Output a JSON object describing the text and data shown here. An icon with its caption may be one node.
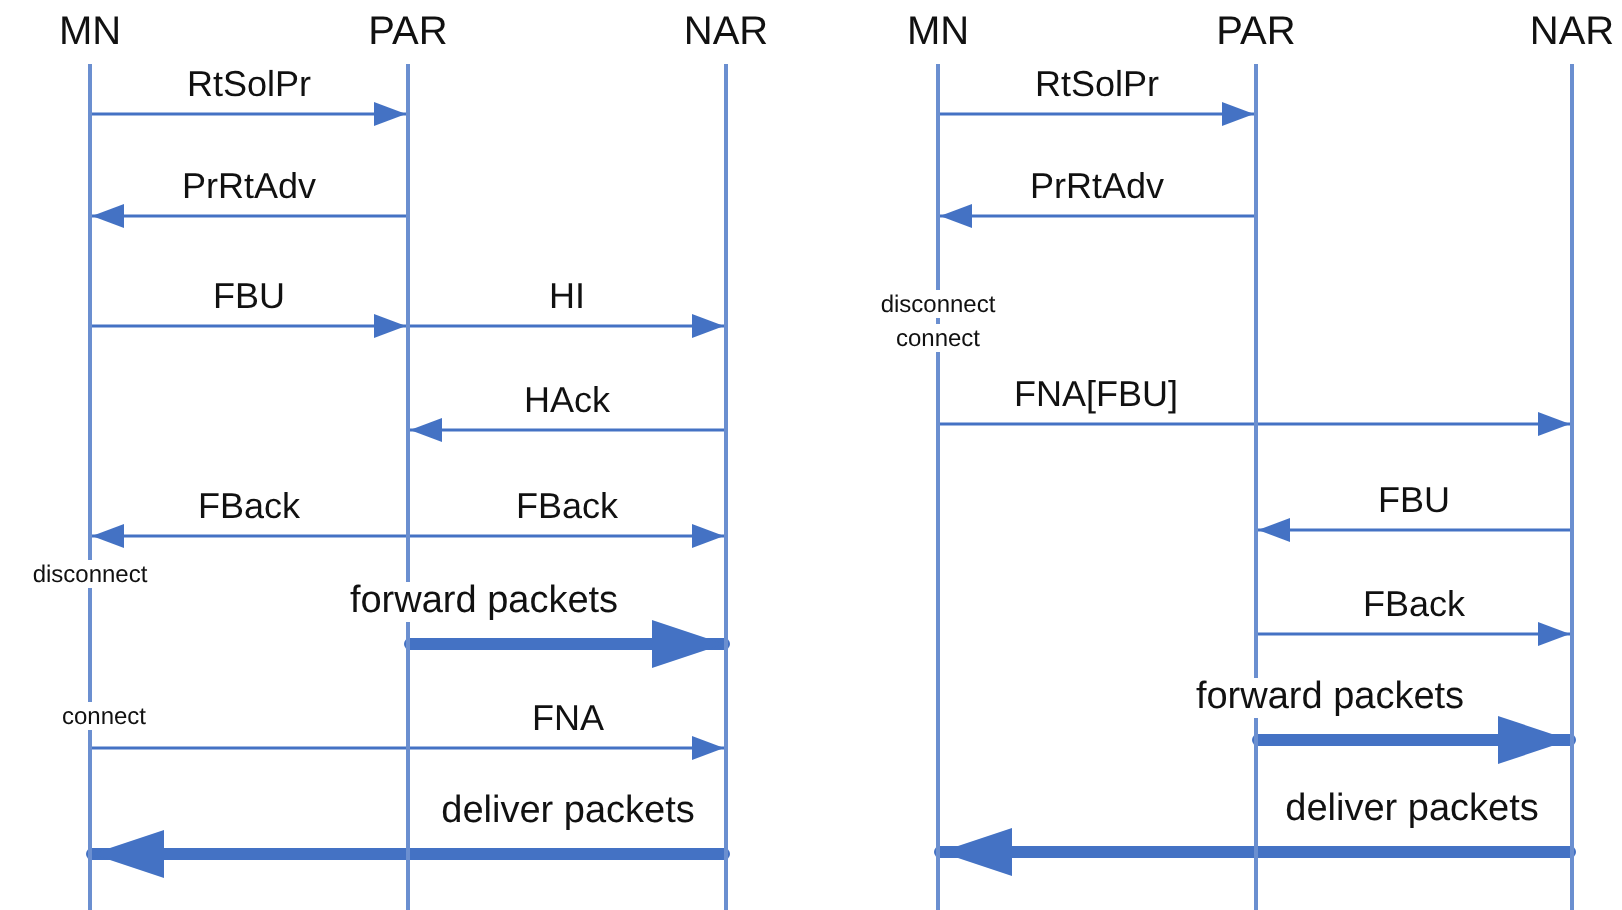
{
  "diagram": {
    "nodes": [
      {
        "text": [
          "MN"
        ]
      },
      {
        "text": [
          "PAR"
        ]
      },
      {
        "text": [
          "NAR"
        ]
      },
      {
        "text": [
          "MN"
        ]
      },
      {
        "text": [
          "PAR"
        ]
      },
      {
        "text": [
          "NAR"
        ]
      }
    ],
    "edges": [
      {
        "from": 0,
        "to": 1,
        "arrow": "to",
        "label": "RtSolPr"
      },
      {
        "from": 1,
        "to": 0,
        "arrow": "to",
        "label": "PrRtAdv"
      },
      {
        "from": 0,
        "to": 1,
        "arrow": "to",
        "label": "FBU"
      },
      {
        "from": 1,
        "to": 2,
        "arrow": "to",
        "label": "HI"
      },
      {
        "from": 2,
        "to": 1,
        "arrow": "to",
        "label": "HAck"
      },
      {
        "from": 1,
        "to": 0,
        "arrow": "to",
        "label": "FBack"
      },
      {
        "from": 1,
        "to": 2,
        "arrow": "to",
        "label": "FBack"
      },
      {
        "from": 1,
        "to": 2,
        "arrow": "to",
        "label": "forward packets",
        "style": "thick"
      },
      {
        "from": 0,
        "to": 2,
        "arrow": "to",
        "label": "FNA"
      },
      {
        "from": 2,
        "to": 0,
        "arrow": "to",
        "label": "deliver packets",
        "style": "thick"
      },
      {
        "from": 3,
        "to": 4,
        "arrow": "to",
        "label": "RtSolPr"
      },
      {
        "from": 4,
        "to": 3,
        "arrow": "to",
        "label": "PrRtAdv"
      },
      {
        "from": 3,
        "to": 5,
        "arrow": "to",
        "label": "FNA[FBU]"
      },
      {
        "from": 5,
        "to": 4,
        "arrow": "to",
        "label": "FBU"
      },
      {
        "from": 4,
        "to": 5,
        "arrow": "to",
        "label": "FBack"
      },
      {
        "from": 4,
        "to": 5,
        "arrow": "to",
        "label": "forward packets",
        "style": "thick"
      },
      {
        "from": 5,
        "to": 3,
        "arrow": "to",
        "label": "deliver packets",
        "style": "thick"
      }
    ],
    "labels": [
      "disconnect",
      "connect",
      "disconnect",
      "connect"
    ]
  }
}
